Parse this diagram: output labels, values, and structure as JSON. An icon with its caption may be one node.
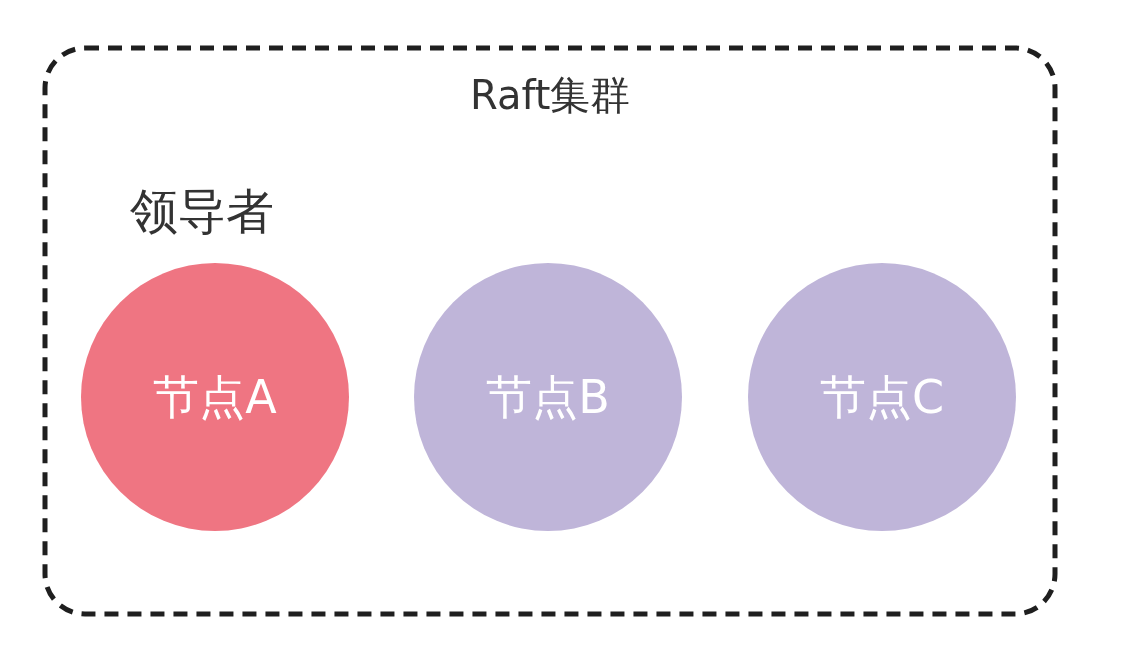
{
  "diagram": {
    "nodes": [
      {
        "text": [
          "Raft集群"
        ]
      },
      {
        "text": [
          "节点A"
        ],
        "in": 0,
        "beside": [
          "领导者"
        ]
      },
      {
        "text": [
          "节点B"
        ],
        "in": 0
      },
      {
        "text": [
          "节点C"
        ],
        "in": 0
      }
    ]
  }
}
